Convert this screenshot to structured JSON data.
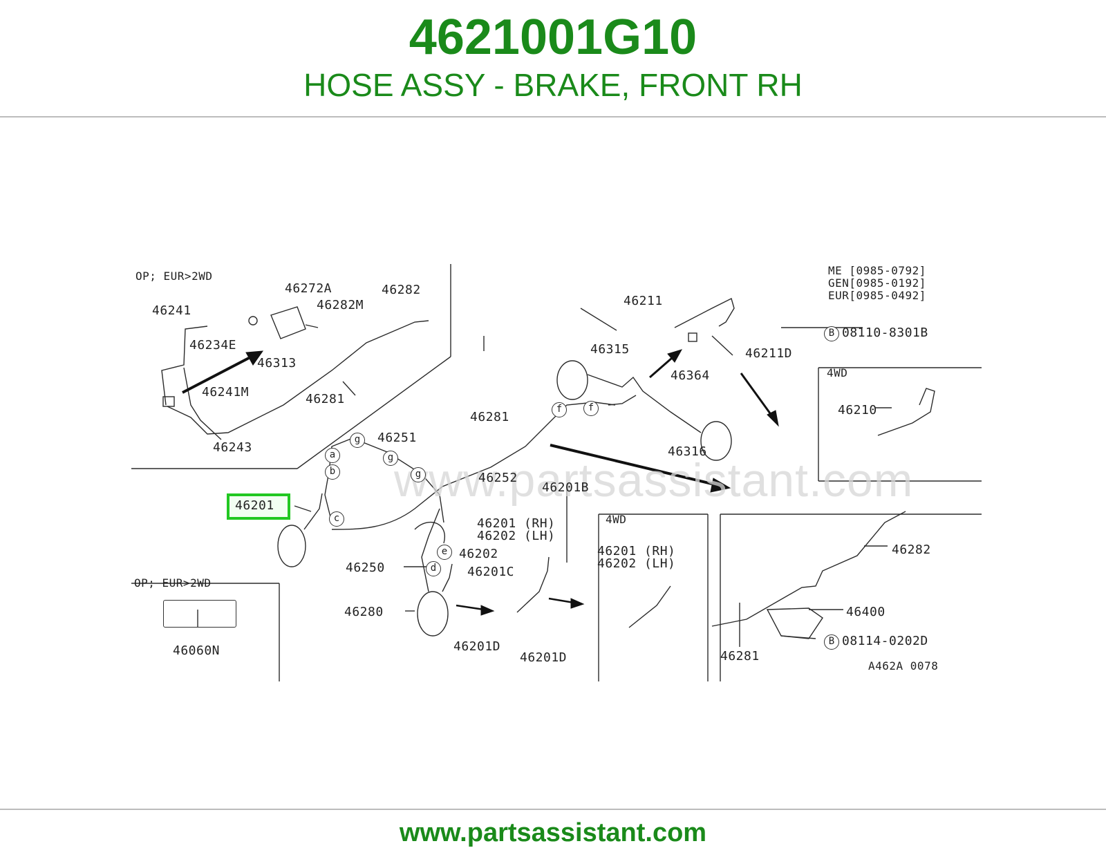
{
  "header": {
    "part_number": "4621001G10",
    "description": "HOSE ASSY - BRAKE, FRONT RH"
  },
  "footer": {
    "url": "www.partsassistant.com"
  },
  "diagram": {
    "watermark": "www.partsassistant.com",
    "code": "A462A 0078",
    "highlighted_label": "46201",
    "dates": {
      "me": "ME [0985-0792]",
      "gen": "GEN[0985-0192]",
      "eur": "EUR[0985-0492]"
    },
    "inset_top_left": {
      "title": "OP; EUR>2WD"
    },
    "inset_bottom_left": {
      "title": "OP; EUR>2WD",
      "label": "46060N"
    },
    "inset_4wd_right": {
      "title": "4WD",
      "label": "46210"
    },
    "inset_4wd_bottom": {
      "title": "4WD",
      "rh": "46201 (RH)",
      "lh": "46202 (LH)"
    },
    "labels": {
      "l46241": "46241",
      "l46272a": "46272A",
      "l46282m": "46282M",
      "l46282_top": "46282",
      "l46234e": "46234E",
      "l46313": "46313",
      "l46241m": "46241M",
      "l46281_tl": "46281",
      "l46243": "46243",
      "l46211": "46211",
      "l46315": "46315",
      "l46364": "46364",
      "l46211d": "46211D",
      "l08110": "08110-8301B",
      "l46281_mid": "46281",
      "l46251": "46251",
      "l46316": "46316",
      "l46252": "46252",
      "l46201b": "46201B",
      "l46201rh": "46201 (RH)",
      "l46202lh": "46202 (LH)",
      "l46202": "46202",
      "l46250": "46250",
      "l46201c": "46201C",
      "l46280": "46280",
      "l46201d_a": "46201D",
      "l46201d_b": "46201D",
      "l46282_br": "46282",
      "l46400": "46400",
      "l08114": "08114-0202D",
      "l46281_br": "46281"
    },
    "circle_letters": [
      "a",
      "b",
      "c",
      "d",
      "e",
      "f",
      "f",
      "g",
      "g",
      "g",
      "B",
      "B"
    ]
  },
  "colors": {
    "brand_green": "#1a8a1a",
    "highlight_green": "#22c822",
    "rule_gray": "#bcbcbc"
  }
}
